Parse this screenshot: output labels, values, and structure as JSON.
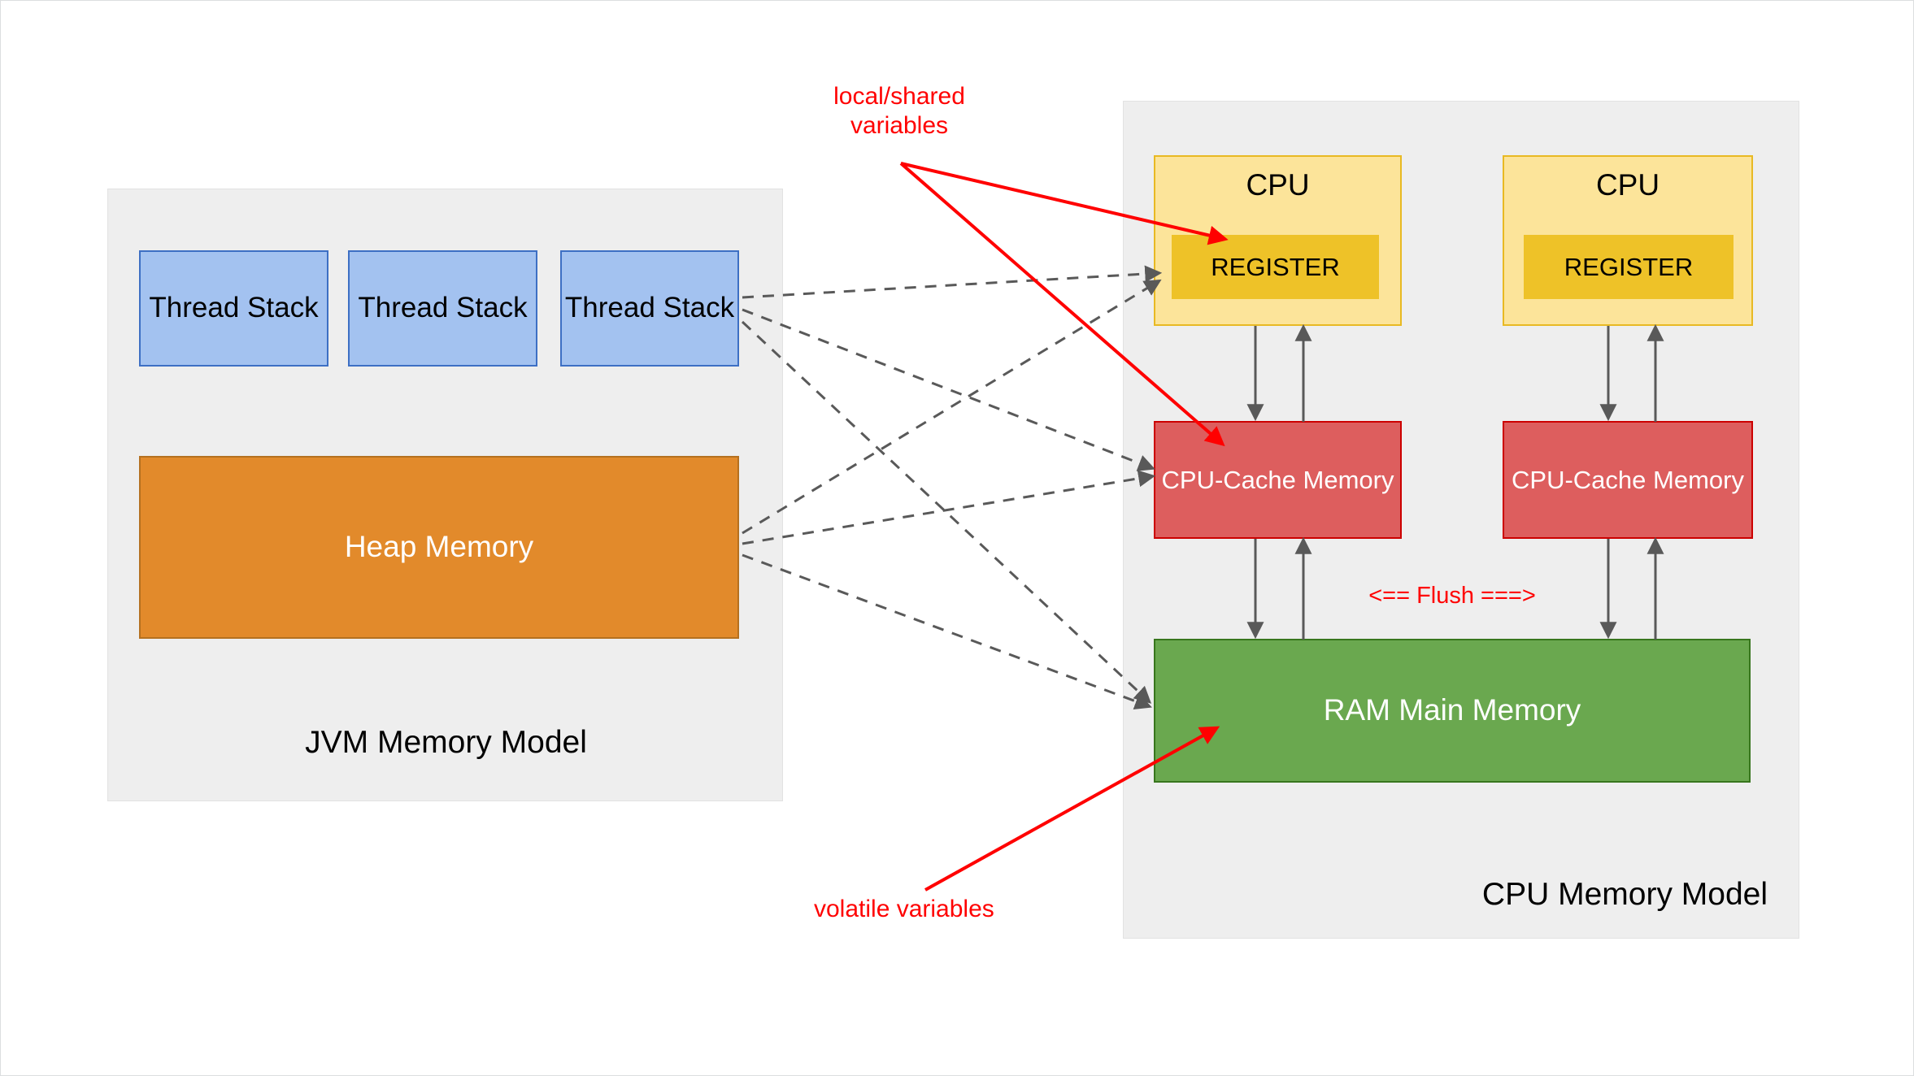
{
  "diagram": {
    "title_jvm": "JVM Memory Model",
    "title_cpu": "CPU Memory Model"
  },
  "jvm": {
    "panel_label": "JVM Memory Model",
    "thread_stacks": [
      {
        "label": "Thread\nStack"
      },
      {
        "label": "Thread\nStack"
      },
      {
        "label": "Thread\nStack"
      }
    ],
    "heap": {
      "label": "Heap Memory"
    }
  },
  "cpu": {
    "panel_label": "CPU Memory Model",
    "cores": [
      {
        "cpu_label": "CPU",
        "register_label": "REGISTER",
        "cache_label": "CPU-Cache\nMemory"
      },
      {
        "cpu_label": "CPU",
        "register_label": "REGISTER",
        "cache_label": "CPU-Cache\nMemory"
      }
    ],
    "ram": {
      "label": "RAM Main Memory"
    }
  },
  "annotations": {
    "local_shared": "local/shared\nvariables",
    "volatile": "volatile variables",
    "flush": "<== Flush ===>"
  },
  "colors": {
    "panel_bg": "#eeeeee",
    "thread_stack_fill": "#a3c2f0",
    "thread_stack_border": "#3d6fc4",
    "heap_fill": "#e28a2b",
    "heap_border": "#b5701f",
    "cpu_fill": "#fce49a",
    "cpu_border": "#e8b923",
    "register_fill": "#eec228",
    "cache_fill": "#dd5e5e",
    "cache_border": "#cc0000",
    "ram_fill": "#6aa84f",
    "ram_border": "#38761d",
    "annotation_red": "#ff0000",
    "dashed_edge": "#595959",
    "solid_edge": "#595959"
  }
}
